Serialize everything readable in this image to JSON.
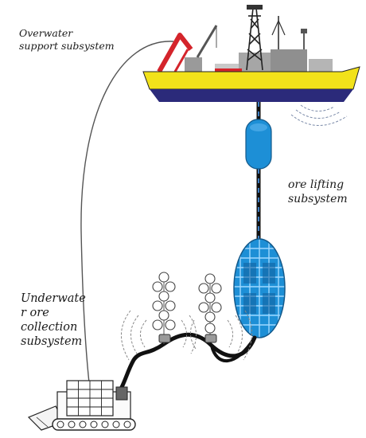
{
  "labels": {
    "overwater": [
      "Overwater",
      "support subsystem"
    ],
    "lifting": [
      "ore lifting",
      "subsystem"
    ],
    "underwater": [
      "Underwate",
      "r ore",
      "collection",
      "subsystem"
    ]
  },
  "colors": {
    "hull_yellow": "#f2e21a",
    "hull_navy": "#2b2a7a",
    "buoy_blue": "#1d8fd6",
    "crane_red": "#d4242b",
    "machinery_gray": "#8c8c8c",
    "pipe": "#111111"
  },
  "icons": {
    "ship": "ship-icon",
    "buoyancy_module": "buoy-icon",
    "buffer_cage": "buffer-cage-icon",
    "floats": "float-string-icon",
    "collector": "collector-vehicle-icon"
  }
}
